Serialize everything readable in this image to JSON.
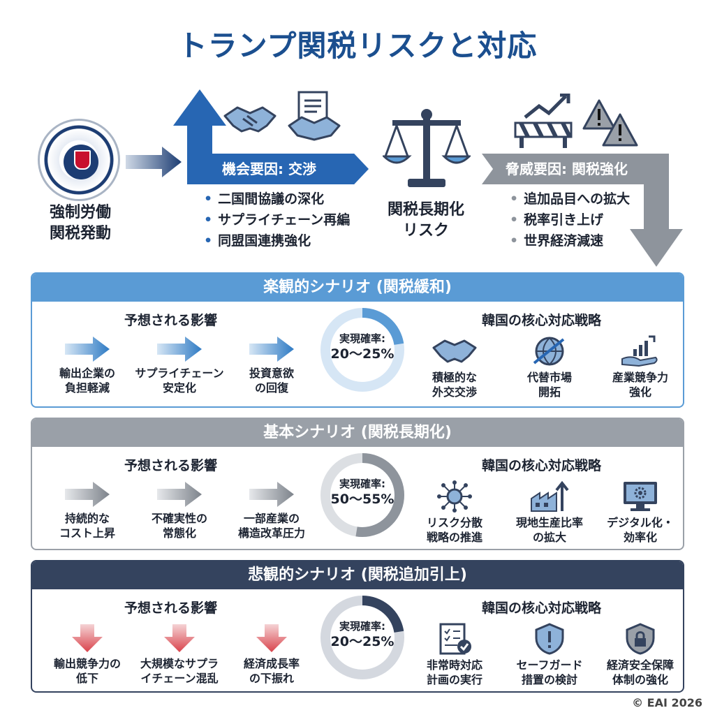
{
  "title": "トランプ関税リスクと対応",
  "top": {
    "left_label": [
      "強制労働",
      "関税発動"
    ],
    "opportunity": {
      "label": "機会要因: 交渉",
      "items": [
        "二国間協議の深化",
        "サプライチェーン再編",
        "同盟国連携強化"
      ]
    },
    "center_label": [
      "関税長期化",
      "リスク"
    ],
    "threat": {
      "label": "脅威要因: 関税強化",
      "items": [
        "追加品目への拡大",
        "税率引き上げ",
        "世界経済減速"
      ]
    }
  },
  "scenarios": [
    {
      "title": "楽観的シナリオ (関税緩和)",
      "impact_head": "予想される影響",
      "impacts": [
        [
          "輸出企業の",
          "負担軽減"
        ],
        [
          "サプライチェーン",
          "安定化"
        ],
        [
          "投資意欲",
          "の回復"
        ]
      ],
      "prob_label": "実現確率:",
      "prob_value": "20〜25%",
      "strategy_head": "韓国の核心対応戦略",
      "strategies": [
        [
          "積極的な",
          "外交交渉"
        ],
        [
          "代替市場",
          "開拓"
        ],
        [
          "産業競争力",
          "強化"
        ]
      ]
    },
    {
      "title": "基本シナリオ (関税長期化)",
      "impact_head": "予想される影響",
      "impacts": [
        [
          "持続的な",
          "コスト上昇"
        ],
        [
          "不確実性の",
          "常態化"
        ],
        [
          "一部産業の",
          "構造改革圧力"
        ]
      ],
      "prob_label": "実現確率:",
      "prob_value": "50〜55%",
      "strategy_head": "韓国の核心対応戦略",
      "strategies": [
        [
          "リスク分散",
          "戦略の推進"
        ],
        [
          "現地生産比率",
          "の拡大"
        ],
        [
          "デジタル化・",
          "効率化"
        ]
      ]
    },
    {
      "title": "悲観的シナリオ (関税追加引上)",
      "impact_head": "予想される影響",
      "impacts": [
        [
          "輸出競争力の",
          "低下"
        ],
        [
          "大規模なサプラ",
          "イチェーン混乱"
        ],
        [
          "経済成長率",
          "の下振れ"
        ]
      ],
      "prob_label": "実現確率:",
      "prob_value": "20〜25%",
      "strategy_head": "韓国の核心対応戦略",
      "strategies": [
        [
          "非常時対応",
          "計画の実行"
        ],
        [
          "セーフガード",
          "措置の検討"
        ],
        [
          "経済安全保障",
          "体制の強化"
        ]
      ]
    }
  ],
  "probabilities": [
    0.225,
    0.525,
    0.225
  ],
  "colors": {
    "blue": "#2766b3",
    "light_blue": "#5a9bd5",
    "gray": "#9aa0a8",
    "navy": "#34435e",
    "red": "#d9434b"
  },
  "icons": {
    "top": [
      "homeland-security-seal-icon",
      "handshake-icon",
      "signed-agreement-icon",
      "balance-scale-icon",
      "barrier-chart-icon",
      "warning-icon"
    ],
    "scenario_1": [
      "handshake-icon",
      "globe-arrows-icon",
      "hand-growth-chart-icon"
    ],
    "scenario_2": [
      "network-hub-icon",
      "factory-arrow-icon",
      "monitor-gear-icon"
    ],
    "scenario_3": [
      "checklist-document-icon",
      "shield-exclamation-icon",
      "shield-lock-icon"
    ]
  },
  "copyright": "© EAI 2026"
}
